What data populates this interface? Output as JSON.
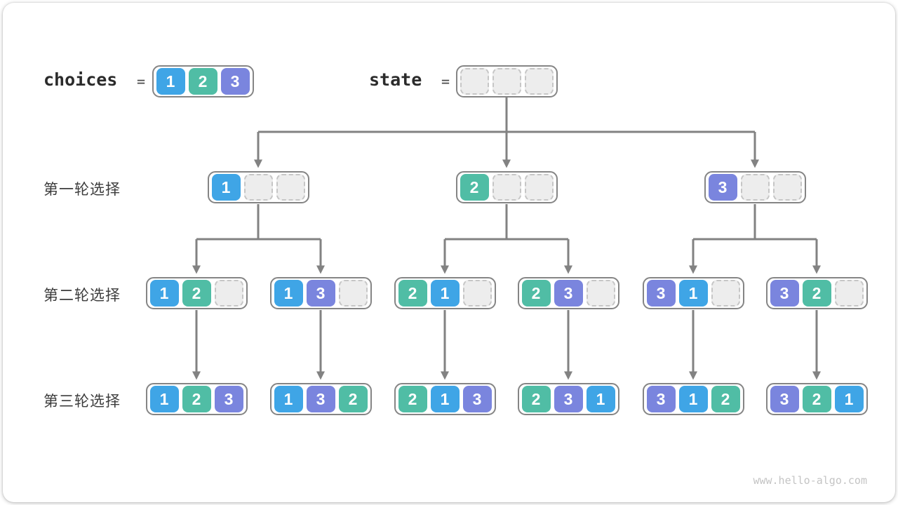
{
  "figure": {
    "equals": "=",
    "choices": {
      "label": "choices",
      "cells": [
        "1",
        "2",
        "3"
      ]
    },
    "state": {
      "label": "state",
      "cells": [
        "",
        "",
        ""
      ]
    },
    "rounds": [
      {
        "label": "第一轮选择",
        "boxes": [
          [
            "1",
            "",
            ""
          ],
          [
            "2",
            "",
            ""
          ],
          [
            "3",
            "",
            ""
          ]
        ]
      },
      {
        "label": "第二轮选择",
        "boxes": [
          [
            "1",
            "2",
            ""
          ],
          [
            "1",
            "3",
            ""
          ],
          [
            "2",
            "1",
            ""
          ],
          [
            "2",
            "3",
            ""
          ],
          [
            "3",
            "1",
            ""
          ],
          [
            "3",
            "2",
            ""
          ]
        ]
      },
      {
        "label": "第三轮选择",
        "boxes": [
          [
            "1",
            "2",
            "3"
          ],
          [
            "1",
            "3",
            "2"
          ],
          [
            "2",
            "1",
            "3"
          ],
          [
            "2",
            "3",
            "1"
          ],
          [
            "3",
            "1",
            "2"
          ],
          [
            "3",
            "2",
            "1"
          ]
        ]
      }
    ],
    "watermark": "www.hello-algo.com"
  },
  "palette": {
    "cell_colors": {
      "1": "#3FA5E6",
      "2": "#50BDA5",
      "3": "#7A85DE"
    },
    "empty_fill": "#EDEDED",
    "empty_border": "#C6C6C6",
    "box_border": "#858585",
    "arrow": "#828282",
    "label_text": "#3C3C3C",
    "code_text": "#2B2B2B",
    "watermark_text": "#C4C4C4"
  }
}
